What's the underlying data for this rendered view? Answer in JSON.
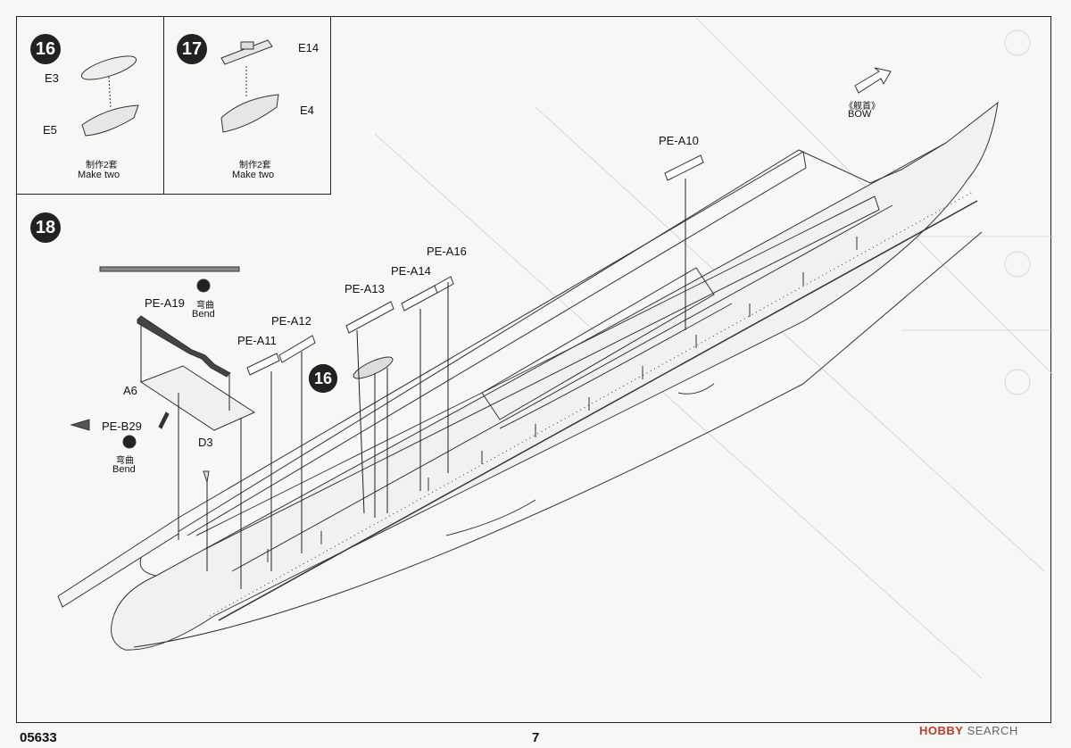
{
  "footer": {
    "code": "05633",
    "page": "7"
  },
  "watermark": {
    "brand": "HOBBY",
    "suffix": " SEARCH"
  },
  "step16": {
    "number": "16",
    "parts": [
      "E3",
      "E5"
    ],
    "make_cn": "制作2套",
    "make_en": "Make two"
  },
  "step17": {
    "number": "17",
    "parts": [
      "E14",
      "E4"
    ],
    "make_cn": "制作2套",
    "make_en": "Make two"
  },
  "step18": {
    "number": "18",
    "bow_cn": "《舰首》",
    "bow_en": "BOW",
    "ref_step": "16",
    "parts": {
      "pe_a10": "PE-A10",
      "pe_a11": "PE-A11",
      "pe_a12": "PE-A12",
      "pe_a13": "PE-A13",
      "pe_a14": "PE-A14",
      "pe_a16": "PE-A16",
      "pe_a19": "PE-A19",
      "pe_b29": "PE-B29",
      "a6": "A6",
      "d3": "D3"
    },
    "bend_cn": "弯曲",
    "bend_en": "Bend"
  }
}
